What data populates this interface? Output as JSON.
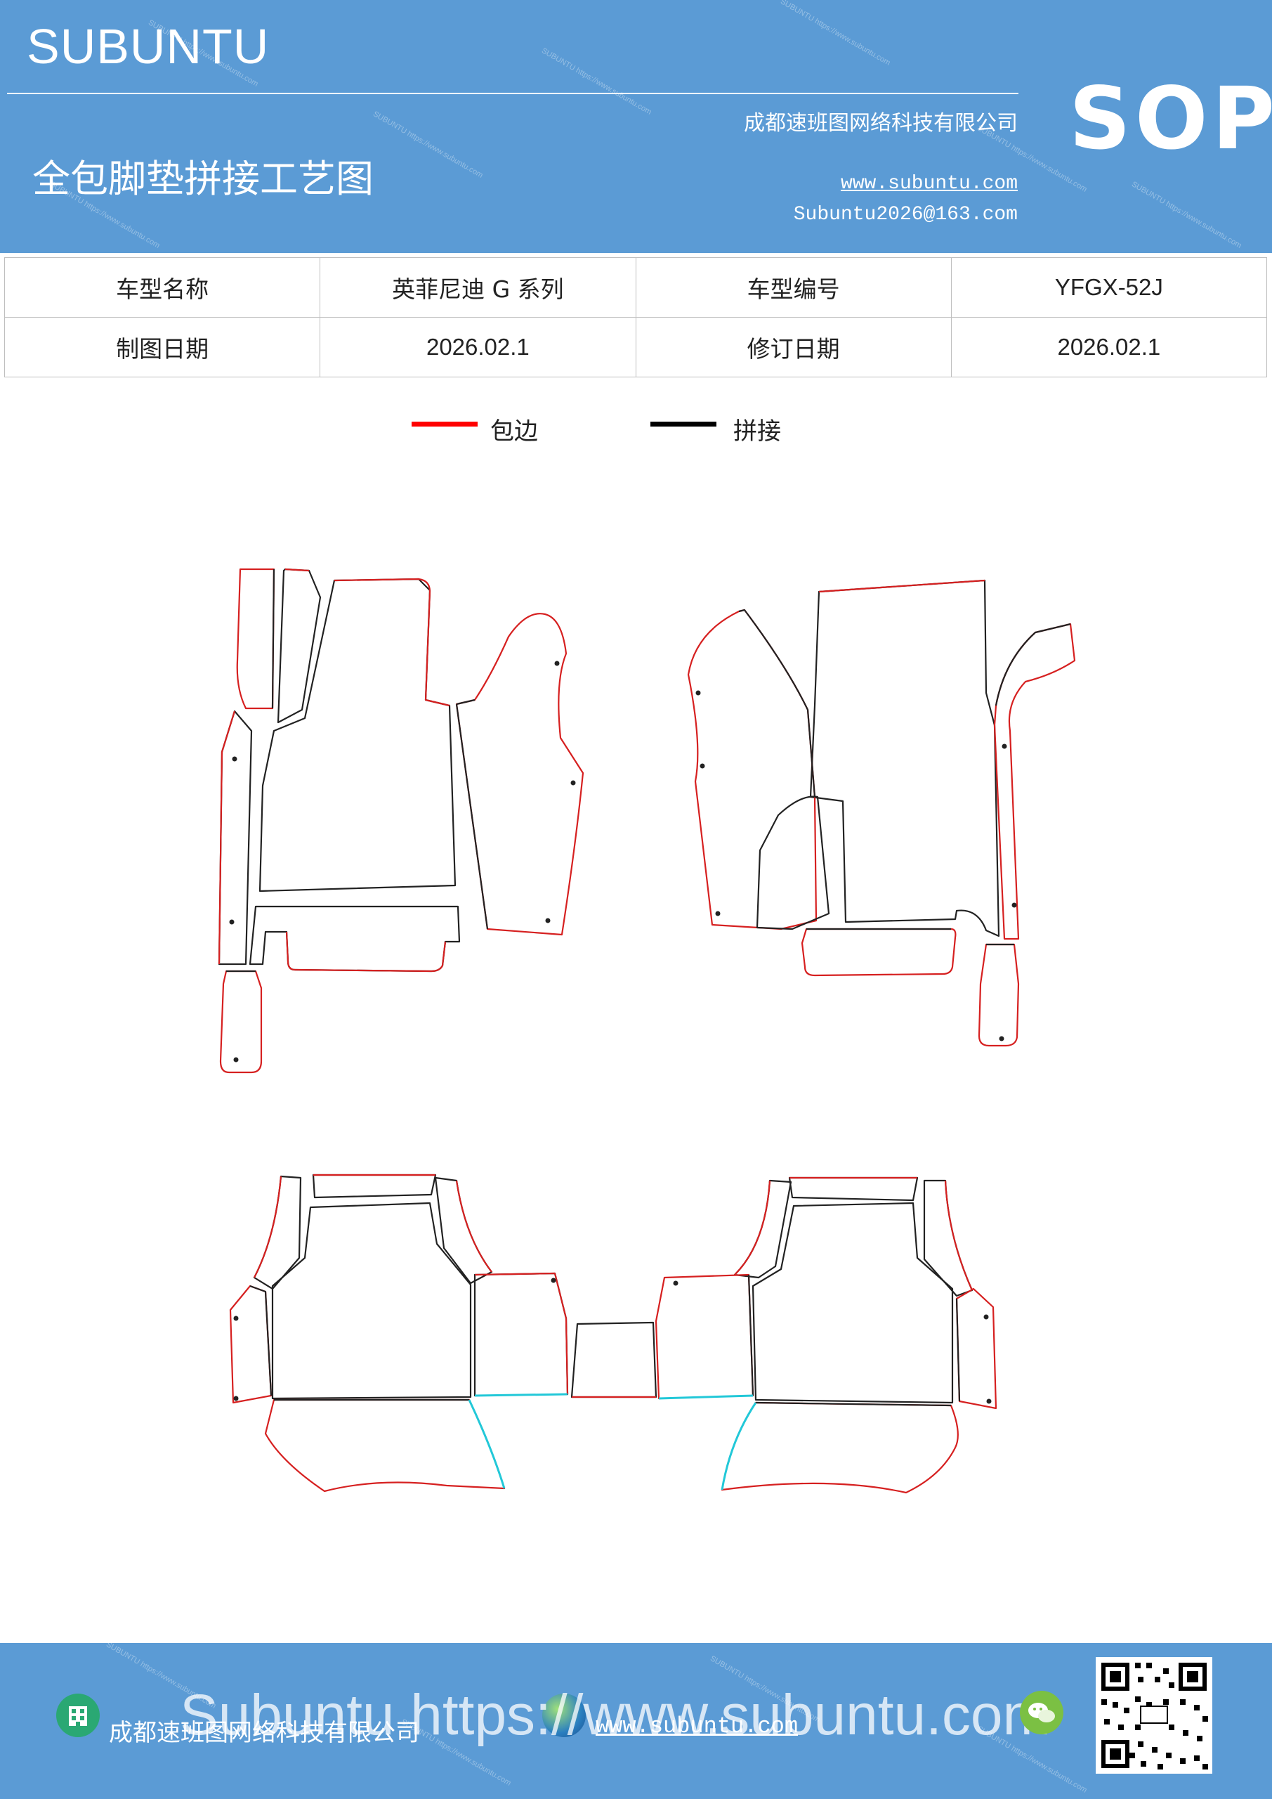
{
  "header": {
    "brand": "SUBUNTU",
    "title": "全包脚垫拼接工艺图",
    "company": "成都速班图网络科技有限公司",
    "website": "www.subuntu.com",
    "email": "Subuntu2026@163.com",
    "sop": "SOP"
  },
  "info_table": {
    "model_name_label": "车型名称",
    "model_name_value": "英菲尼迪 G 系列",
    "model_code_label": "车型编号",
    "model_code_value": "YFGX-52J",
    "draw_date_label": "制图日期",
    "draw_date_value": "2026.02.1",
    "revise_date_label": "修订日期",
    "revise_date_value": "2026.02.1"
  },
  "legend": {
    "items": [
      {
        "label": "包边",
        "color": "#ff0000"
      },
      {
        "label": "拼接",
        "color": "#000000"
      }
    ]
  },
  "colors": {
    "banner": "#5b9bd5",
    "binding_edge": "#d62020",
    "seam_line": "#222222",
    "cyan_edge": "#22c8d8"
  },
  "footer": {
    "company": "成都速班图网络科技有限公司",
    "website": "www.subuntu.com",
    "overlay_text": "Subuntu  https://www.subuntu.com",
    "icons": [
      "building-icon",
      "globe-icon",
      "wechat-icon",
      "qr-code"
    ]
  }
}
